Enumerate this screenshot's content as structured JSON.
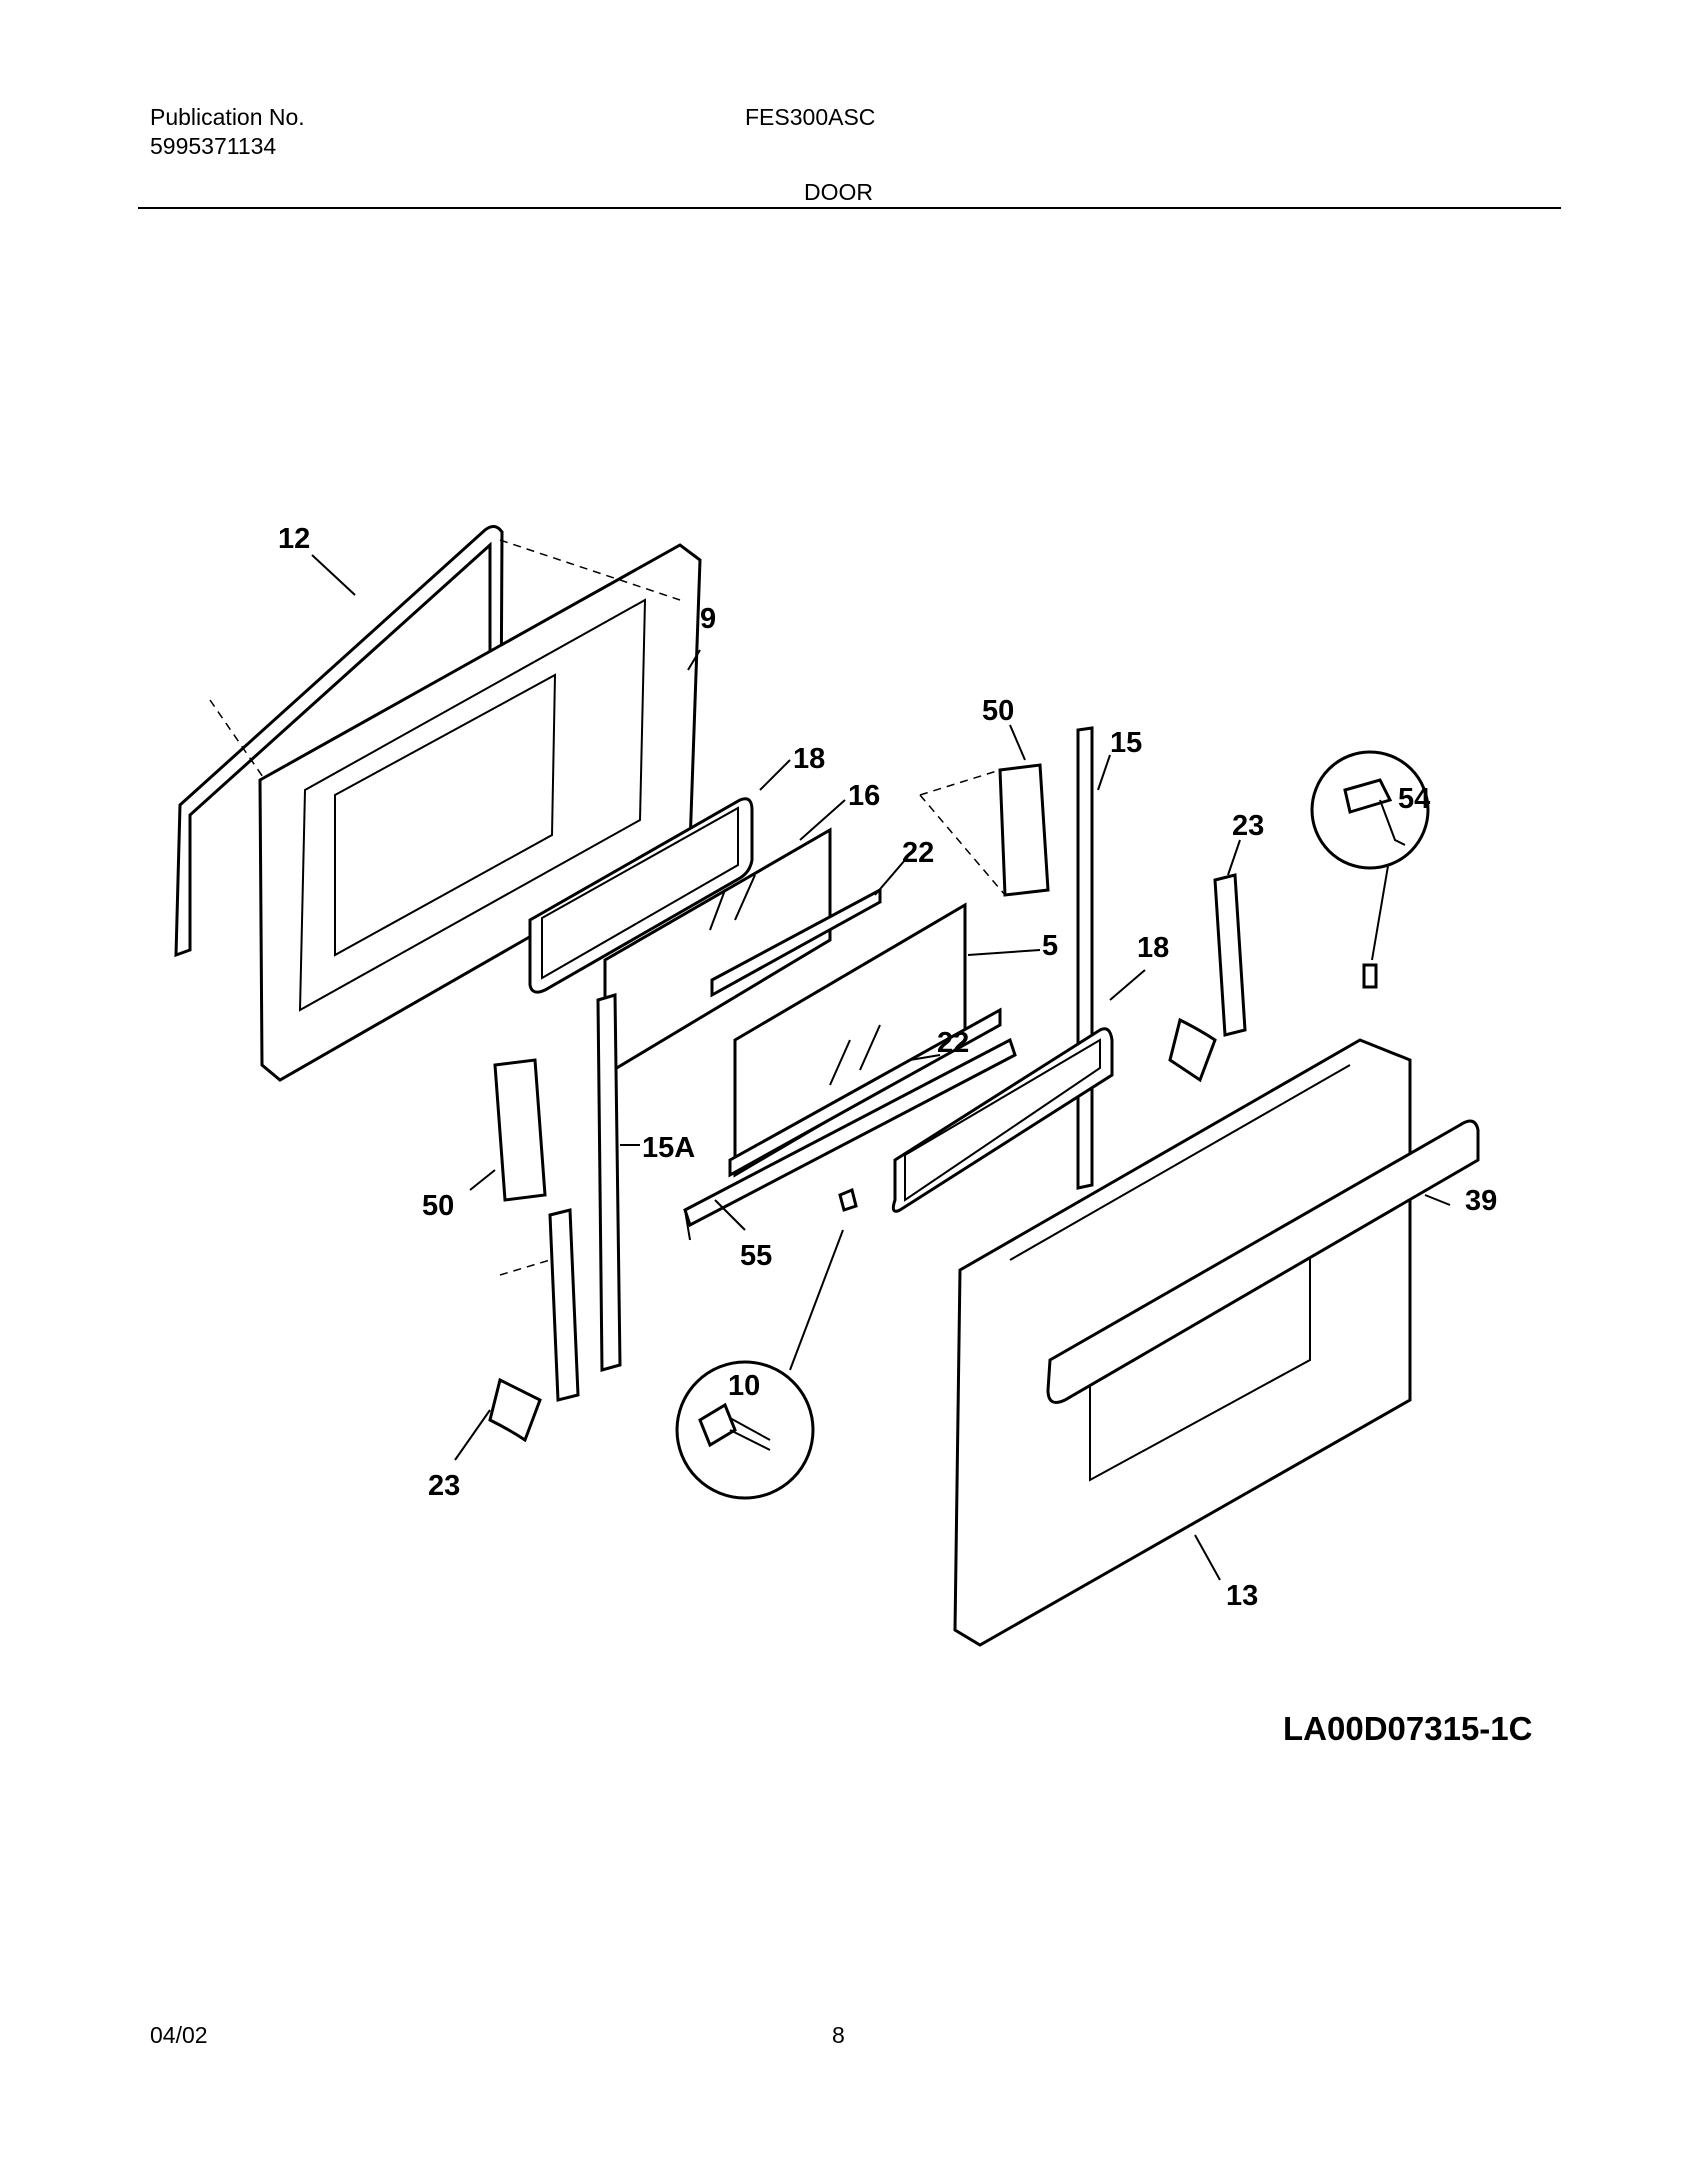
{
  "header": {
    "publication_label": "Publication No.",
    "publication_number": "5995371134",
    "model": "FES300ASC",
    "section": "DOOR"
  },
  "callouts": {
    "c12": "12",
    "c9": "9",
    "c18a": "18",
    "c16": "16",
    "c50a": "50",
    "c15": "15",
    "c22a": "22",
    "c5": "5",
    "c54": "54",
    "c23a": "23",
    "c18b": "18",
    "c22b": "22",
    "c15a": "15A",
    "c50b": "50",
    "c55": "55",
    "c10": "10",
    "c39": "39",
    "c23b": "23",
    "c13": "13"
  },
  "drawing_id": "LA00D07315-1C",
  "footer": {
    "date": "04/02",
    "page": "8"
  }
}
